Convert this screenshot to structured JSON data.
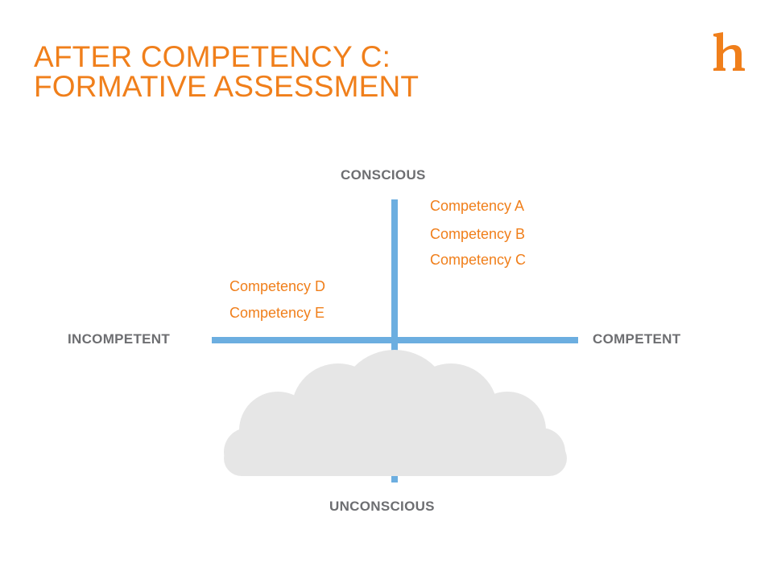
{
  "header": {
    "title_line1": "AFTER COMPETENCY C:",
    "title_line2": "FORMATIVE ASSESSMENT",
    "accent_color": "#f07f1b"
  },
  "logo": {
    "icon": "h-logo-icon"
  },
  "diagram": {
    "axis_labels": {
      "top": "CONSCIOUS",
      "bottom": "UNCONSCIOUS",
      "left": "INCOMPETENT",
      "right": "COMPETENT"
    },
    "axis_color": "#6caee0",
    "cloud_color": "#e6e6e6",
    "label_color": "#6d6e71",
    "conscious_competent": [
      "Competency A",
      "Competency B",
      "Competency C"
    ],
    "conscious_incompetent": [
      "Competency D",
      "Competency E"
    ]
  }
}
